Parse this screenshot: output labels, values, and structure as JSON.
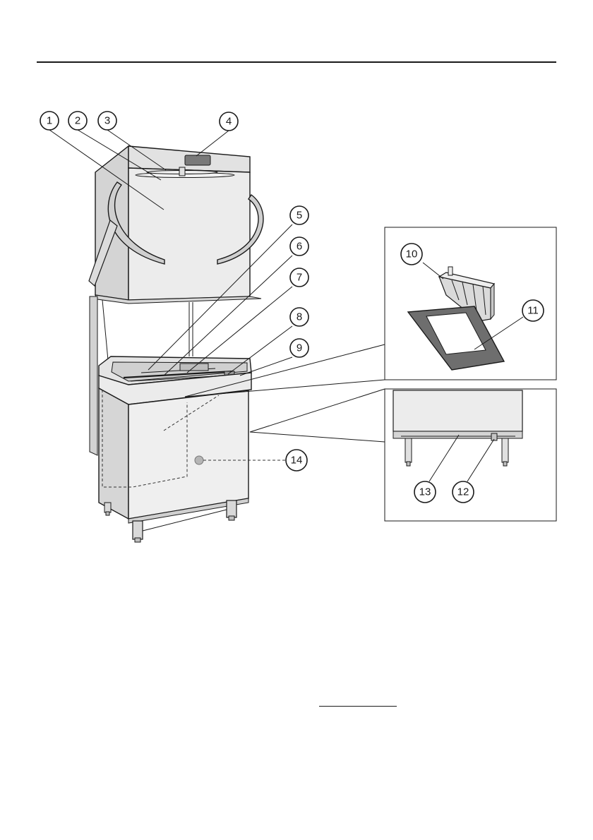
{
  "colors": {
    "line": "#1a1a1a",
    "panel": "#e8e8e8",
    "panel_dark": "#cfcfcf",
    "mat": "#6e6e6e"
  },
  "callouts": [
    {
      "label": "1"
    },
    {
      "label": "2"
    },
    {
      "label": "3"
    },
    {
      "label": "4"
    },
    {
      "label": "5"
    },
    {
      "label": "6"
    },
    {
      "label": "7"
    },
    {
      "label": "8"
    },
    {
      "label": "9"
    },
    {
      "label": "10"
    },
    {
      "label": "11"
    },
    {
      "label": "12"
    },
    {
      "label": "13"
    },
    {
      "label": "14"
    }
  ]
}
